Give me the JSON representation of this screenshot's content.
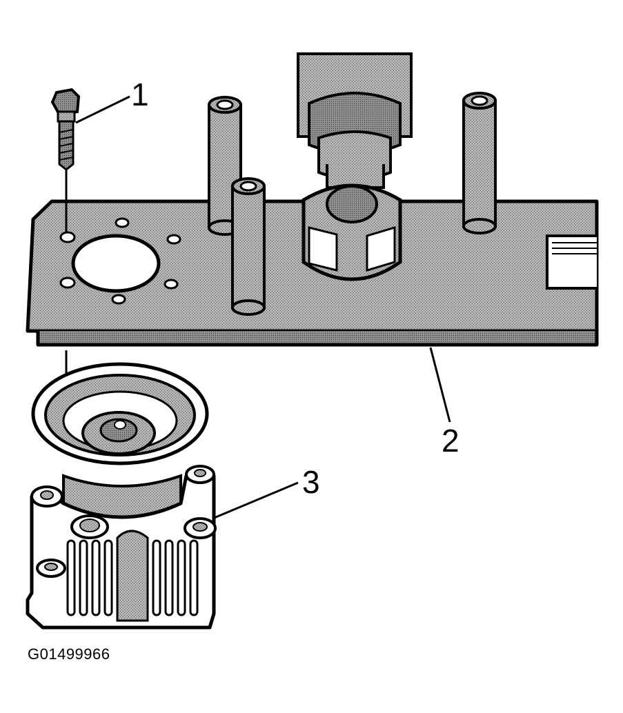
{
  "diagram": {
    "callouts": {
      "bolt": "1",
      "plate": "2",
      "housing": "3"
    },
    "figure_id": "G01499966"
  },
  "colors": {
    "ink": "#000000",
    "shade": "#a9a9a9",
    "background": "#ffffff"
  }
}
